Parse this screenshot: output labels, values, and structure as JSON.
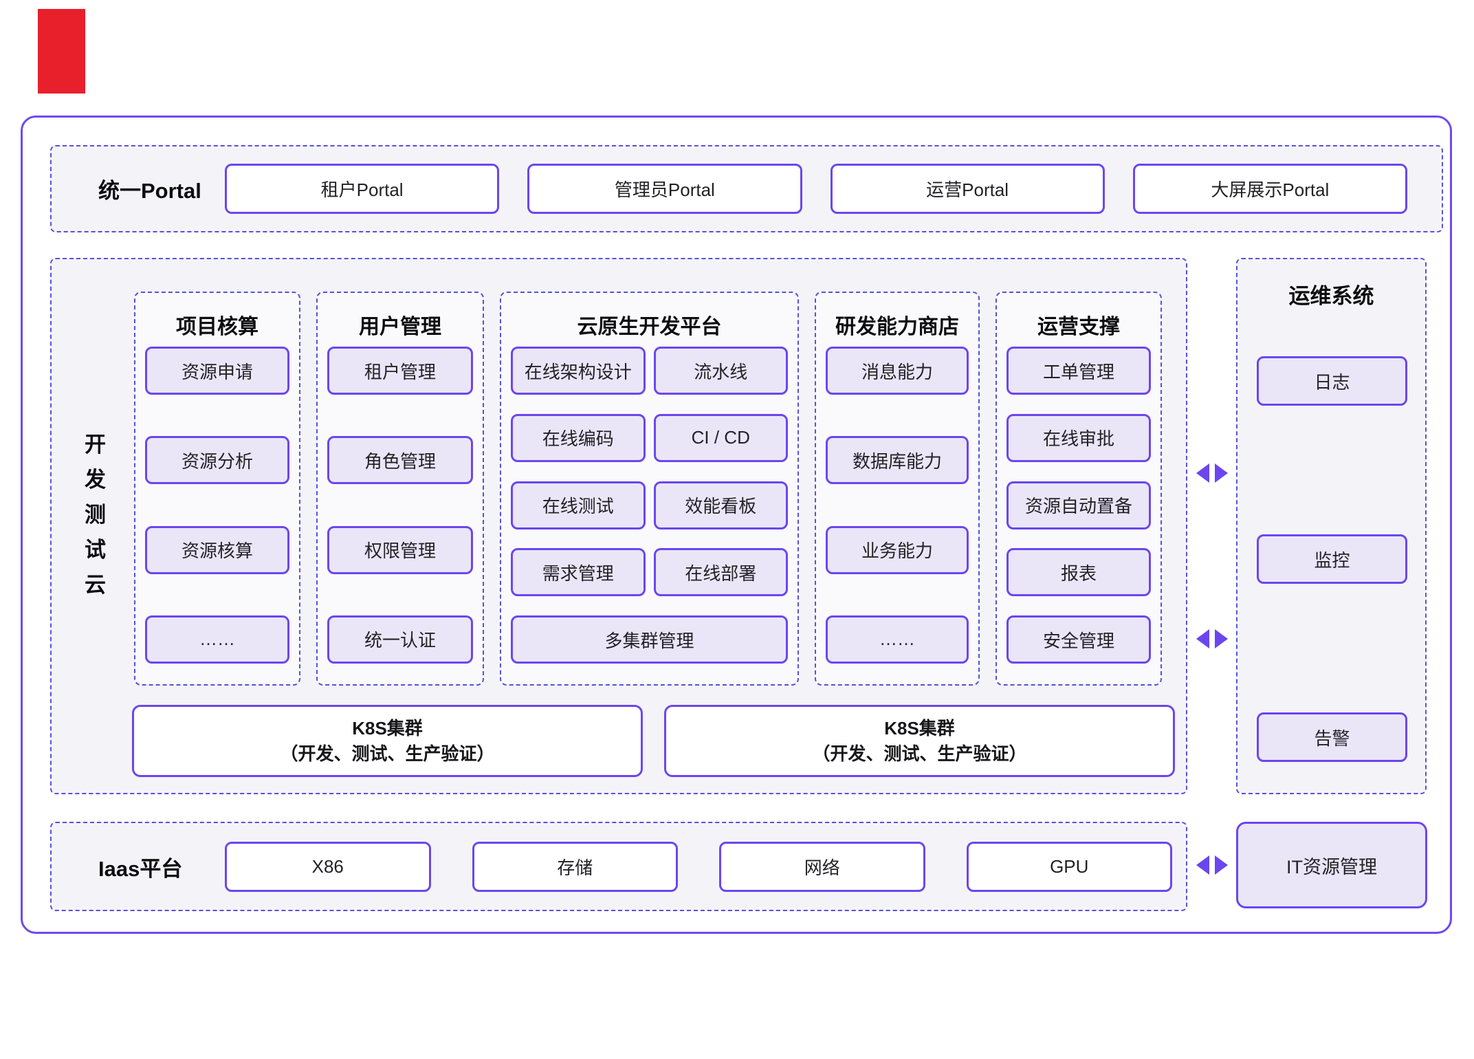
{
  "colors": {
    "accent": "#6B46EF",
    "dashed_border": "#584FDB",
    "box_fill": "#EAE6F8",
    "panel_bg": "#F4F4F8",
    "marker_red": "#E8202C"
  },
  "corner_marker": {
    "color": "#E8202C"
  },
  "portal": {
    "label": "统一Portal",
    "items": [
      "租户Portal",
      "管理员Portal",
      "运营Portal",
      "大屏展示Portal"
    ]
  },
  "dev_cloud": {
    "label": "开发测试云",
    "columns": [
      {
        "title": "项目核算",
        "boxes": [
          "资源申请",
          "资源分析",
          "资源核算",
          "……"
        ]
      },
      {
        "title": "用户管理",
        "boxes": [
          "租户管理",
          "角色管理",
          "权限管理",
          "统一认证"
        ]
      },
      {
        "title": "云原生开发平台",
        "pairs": [
          [
            "在线架构设计",
            "流水线"
          ],
          [
            "在线编码",
            "CI / CD"
          ],
          [
            "在线测试",
            "效能看板"
          ],
          [
            "需求管理",
            "在线部署"
          ]
        ],
        "full_box": "多集群管理"
      },
      {
        "title": "研发能力商店",
        "boxes": [
          "消息能力",
          "数据库能力",
          "业务能力",
          "……"
        ]
      },
      {
        "title": "运营支撑",
        "boxes": [
          "工单管理",
          "在线审批",
          "资源自动置备",
          "报表",
          "安全管理"
        ]
      }
    ],
    "k8s_clusters": [
      {
        "line1": "K8S集群",
        "line2": "（开发、测试、生产验证）"
      },
      {
        "line1": "K8S集群",
        "line2": "（开发、测试、生产验证）"
      }
    ]
  },
  "ops": {
    "title": "运维系统",
    "items": [
      "日志",
      "监控",
      "告警"
    ]
  },
  "iaas": {
    "label": "Iaas平台",
    "items": [
      "X86",
      "存储",
      "网络",
      "GPU"
    ]
  },
  "it_management": {
    "label": "IT资源管理"
  }
}
